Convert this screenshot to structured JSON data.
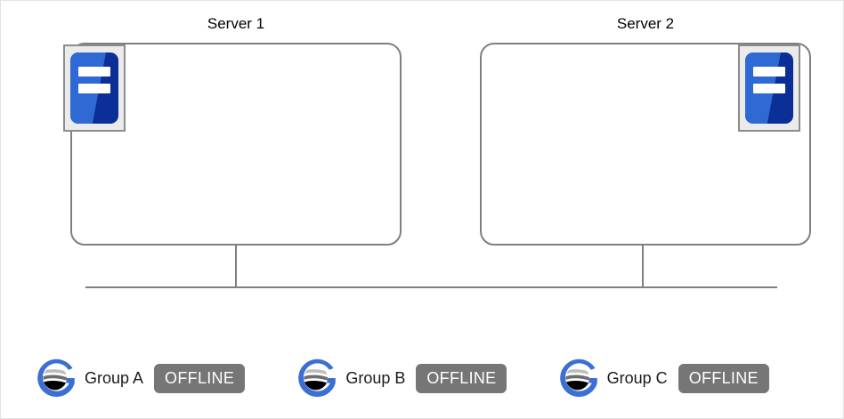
{
  "colors": {
    "page_background": "#ffffff",
    "page_border": "#e3e3e3",
    "box_border": "#7f7f7f",
    "line": "#7f7f7f",
    "icon_frame_fill": "#ebebeb",
    "icon_frame_border": "#8c8c8c",
    "icon_blue_dark": "#0b2f96",
    "icon_blue_light": "#2f6ad4",
    "icon_bar": "#ffffff",
    "logo_ring_blue": "#3b6fd4",
    "logo_band_light": "#bdbdbd",
    "logo_band_mid": "#6e6e6e",
    "logo_band_dark": "#000000",
    "badge_background": "#767676",
    "badge_text": "#ffffff",
    "title_text": "#000000",
    "label_text": "#1a1a1a"
  },
  "diagram": {
    "servers": [
      {
        "id": "server-1",
        "title": "Server 1",
        "icon_name": "server-chassis-icon",
        "icon_position": "top-left"
      },
      {
        "id": "server-2",
        "title": "Server 2",
        "icon_name": "server-chassis-icon",
        "icon_position": "top-right"
      }
    ],
    "bus": {
      "name": "shared-network-bus",
      "connections": 2
    }
  },
  "groups": [
    {
      "id": "group-a",
      "logo_name": "globe-g-logo-icon",
      "label": "Group A",
      "status": "OFFLINE"
    },
    {
      "id": "group-b",
      "logo_name": "globe-g-logo-icon",
      "label": "Group B",
      "status": "OFFLINE"
    },
    {
      "id": "group-c",
      "logo_name": "globe-g-logo-icon",
      "label": "Group C",
      "status": "OFFLINE"
    }
  ]
}
